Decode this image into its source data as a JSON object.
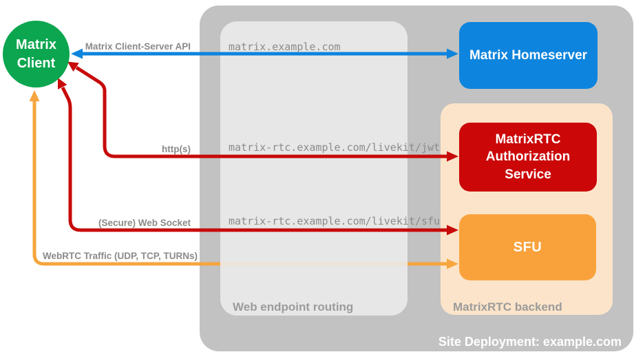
{
  "client": {
    "label": "Matrix\nClient"
  },
  "homeserver": {
    "label": "Matrix Homeserver"
  },
  "auth_service": {
    "label": "MatrixRTC\nAuthorization\nService"
  },
  "sfu": {
    "label": "SFU"
  },
  "containers": {
    "site": {
      "label": "Site Deployment: example.com"
    },
    "routing": {
      "label": "Web endpoint routing"
    },
    "backend": {
      "label": "MatrixRTC backend"
    }
  },
  "connections": [
    {
      "label": "Matrix Client-Server API",
      "endpoint": "matrix.example.com",
      "color": "#0d84dd"
    },
    {
      "label": "http(s)",
      "endpoint": "matrix-rtc.example.com/livekit/jwt",
      "color": "#c70a0a"
    },
    {
      "label": "(Secure) Web Socket",
      "endpoint": "matrix-rtc.example.com/livekit/sfu",
      "color": "#c70a0a"
    },
    {
      "label": "WebRTC Traffic (UDP, TCP, TURNs)",
      "color": "#f6a63e"
    }
  ],
  "colors": {
    "client_green": "#0ba64f",
    "homeserver_blue": "#0d84dd",
    "auth_red": "#cb0708",
    "sfu_orange": "#f9a23c",
    "backend_peach": "#fbe4c9",
    "site_gray": "#c2c2c2"
  }
}
